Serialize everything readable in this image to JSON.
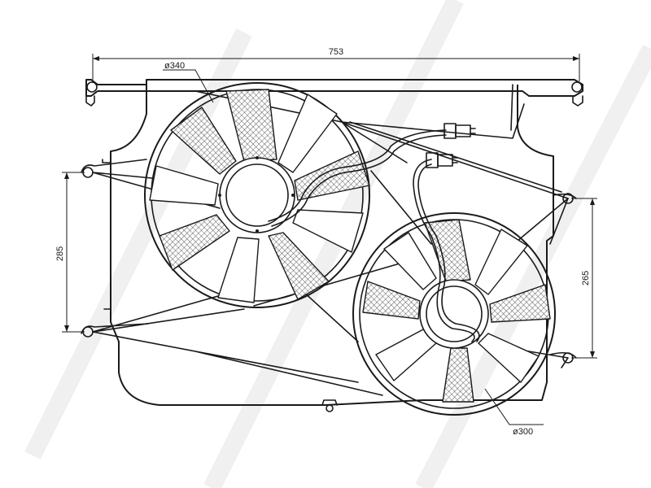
{
  "dimensions": {
    "overall_width": "753",
    "left_fan_diameter": "ø340",
    "right_fan_diameter": "ø300",
    "left_height": "285",
    "right_height": "265"
  },
  "colors": {
    "line": "#1a1a1a",
    "background": "#ffffff"
  }
}
